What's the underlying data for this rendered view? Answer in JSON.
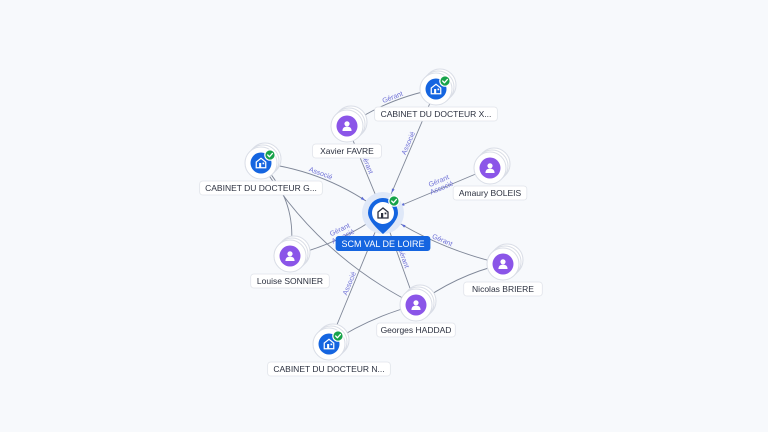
{
  "graph": {
    "center": {
      "label": "SCM VAL DE LOIRE",
      "type": "company",
      "verified": true
    },
    "nodes": [
      {
        "id": "cab_x",
        "label": "CABINET DU DOCTEUR X...",
        "type": "company",
        "verified": true
      },
      {
        "id": "xavier",
        "label": "Xavier FAVRE",
        "type": "person"
      },
      {
        "id": "cab_g",
        "label": "CABINET DU DOCTEUR G...",
        "type": "company",
        "verified": true
      },
      {
        "id": "amaury",
        "label": "Amaury BOLEIS",
        "type": "person"
      },
      {
        "id": "louise",
        "label": "Louise SONNIER",
        "type": "person"
      },
      {
        "id": "nicolas",
        "label": "Nicolas BRIERE",
        "type": "person"
      },
      {
        "id": "georges",
        "label": "Georges HADDAD",
        "type": "person"
      },
      {
        "id": "cab_n",
        "label": "CABINET DU DOCTEUR N...",
        "type": "company",
        "verified": true
      }
    ],
    "edges": [
      {
        "from": "cab_x",
        "to": "center",
        "label": "Associé"
      },
      {
        "from": "xavier",
        "to": "center",
        "label": "Gérant"
      },
      {
        "from": "xavier",
        "to": "cab_x",
        "label": "Gérant"
      },
      {
        "from": "cab_g",
        "to": "center",
        "label": "Associé"
      },
      {
        "from": "amaury",
        "to": "center",
        "label": "Gérant Associé"
      },
      {
        "from": "louise",
        "to": "center",
        "label": "Gérant Associé"
      },
      {
        "from": "nicolas",
        "to": "center",
        "label": "Gérant"
      },
      {
        "from": "georges",
        "to": "center",
        "label": "Gérant"
      },
      {
        "from": "cab_n",
        "to": "center",
        "label": "Associé"
      },
      {
        "from": "georges",
        "to": "cab_n",
        "label": ""
      },
      {
        "from": "nicolas",
        "to": "georges",
        "label": ""
      },
      {
        "from": "cab_g",
        "to": "georges",
        "label": ""
      },
      {
        "from": "louise",
        "to": "cab_g",
        "label": ""
      }
    ]
  }
}
